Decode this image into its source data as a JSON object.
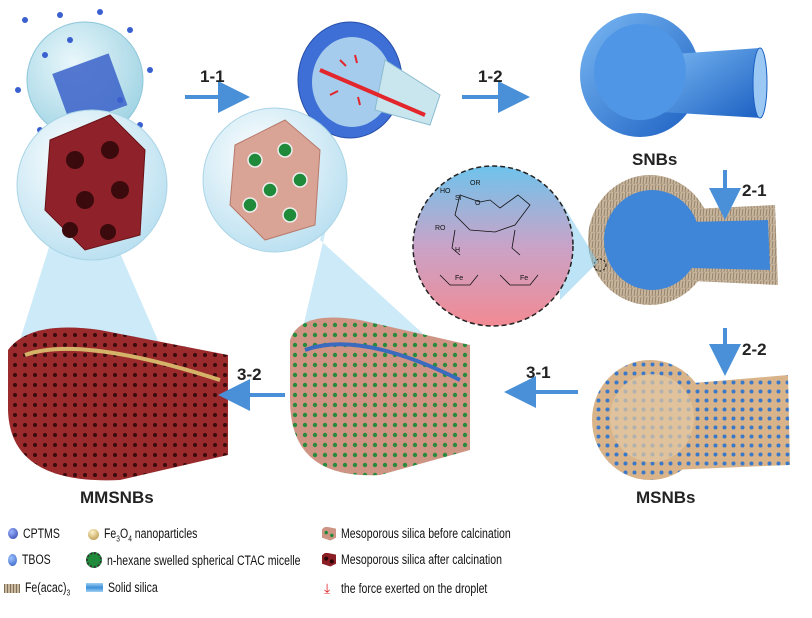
{
  "steps": {
    "s1_1": "1-1",
    "s1_2": "1-2",
    "s2_1": "2-1",
    "s2_2": "2-2",
    "s3_1": "3-1",
    "s3_2": "3-2"
  },
  "products": {
    "snb": "SNBs",
    "msnb": "MSNBs",
    "mmsnb": "MMSNBs"
  },
  "chemistry": {
    "labels": [
      "HO",
      "OR",
      "Si",
      "O",
      "RO",
      "H",
      "Fe"
    ]
  },
  "legend": {
    "cptms": "CPTMS",
    "tbos": "TBOS",
    "feacac_main": "Fe(acac)",
    "feacac_sub": "3",
    "fe3o4_a": "Fe",
    "fe3o4_sub1": "3",
    "fe3o4_b": "O",
    "fe3o4_sub2": "4",
    "fe3o4_c": " nanoparticles",
    "micelle": "n-hexane swelled spherical CTAC micelle",
    "solid_silica": "Solid silica",
    "before_calc": "Mesoporous silica before calcination",
    "after_calc": "Mesoporous silica after calcination",
    "force": "the force exerted on the droplet"
  },
  "colors": {
    "arrow": "#4a90d9",
    "silica_blue": "#2f7fd6",
    "maroon": "#8b1e24",
    "pink": "#d99a8c",
    "green": "#1f8a3a",
    "force_red": "#e3262b"
  }
}
